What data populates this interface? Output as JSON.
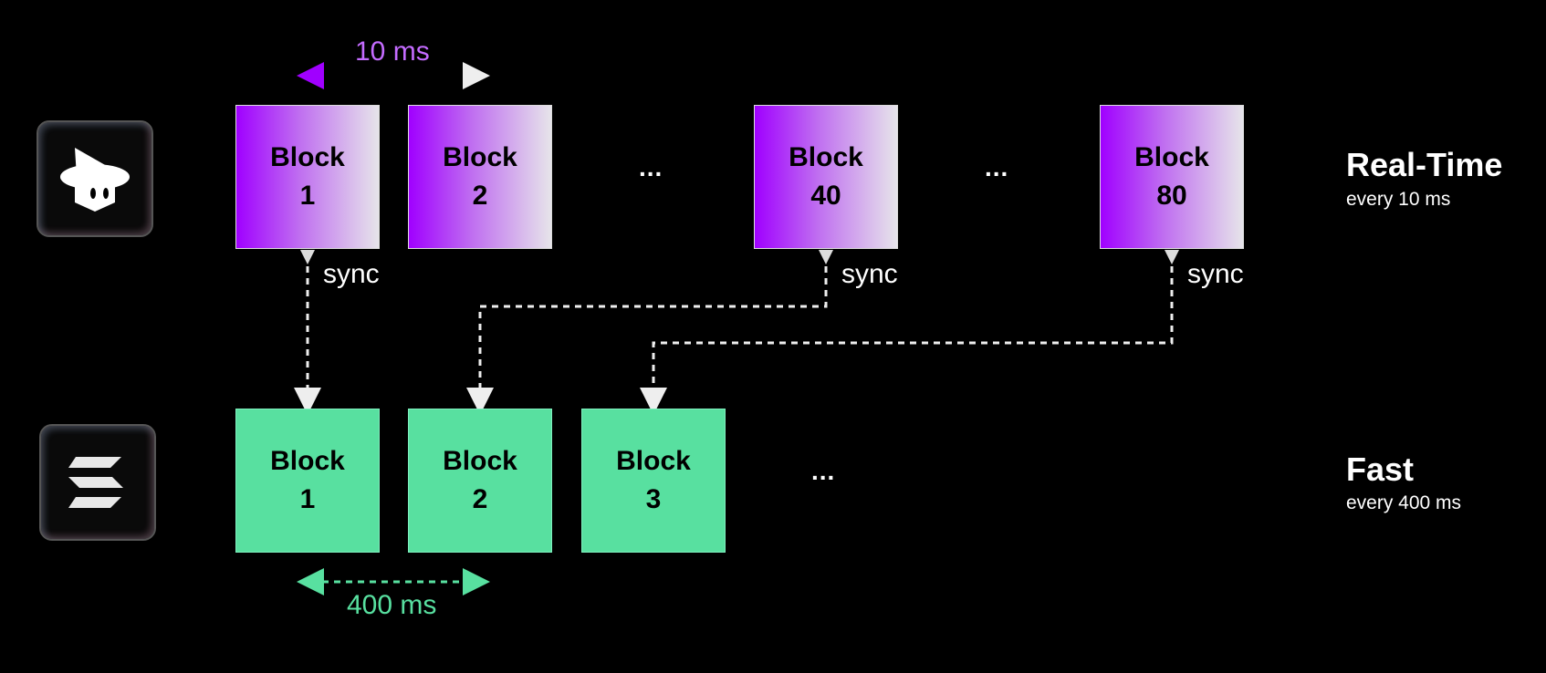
{
  "realtime": {
    "interval_label": "10 ms",
    "blocks": [
      {
        "word": "Block",
        "num": "1"
      },
      {
        "word": "Block",
        "num": "2"
      },
      {
        "word": "Block",
        "num": "40"
      },
      {
        "word": "Block",
        "num": "80"
      }
    ],
    "ellipsis": "...",
    "sync_label": "sync",
    "name": "Real-Time",
    "sub": "every 10 ms",
    "color": "#a000ff"
  },
  "fast": {
    "interval_label": "400 ms",
    "blocks": [
      {
        "word": "Block",
        "num": "1"
      },
      {
        "word": "Block",
        "num": "2"
      },
      {
        "word": "Block",
        "num": "3"
      }
    ],
    "ellipsis": "...",
    "name": "Fast",
    "sub": "every 400 ms",
    "color": "#58e0a0"
  },
  "icons": {
    "top": "wizard-hat-icon",
    "bottom": "solana-icon"
  }
}
